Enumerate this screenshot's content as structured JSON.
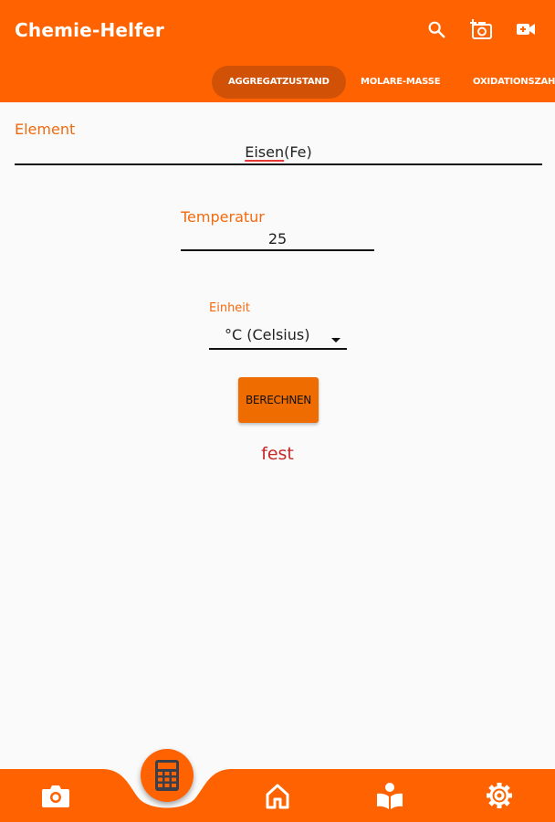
{
  "app": {
    "title": "Chemie-Helfer"
  },
  "toolbar": {
    "search_icon": "search-icon",
    "camera_add_icon": "add-photo-icon",
    "video_icon": "video-camera-icon"
  },
  "tabs": [
    {
      "label": "AGGREGATZUSTAND",
      "active": true
    },
    {
      "label": "MOLARE-MASSE",
      "active": false
    },
    {
      "label": "OXIDATIONSZAHL",
      "active": false
    }
  ],
  "form": {
    "element": {
      "label": "Element",
      "value_main": "Eisen",
      "value_suffix": "(Fe)"
    },
    "temperature": {
      "label": "Temperatur",
      "value": "25"
    },
    "unit": {
      "label": "Einheit",
      "selected": "°C (Celsius)"
    },
    "calculate_label": "BERECHNEN"
  },
  "result": {
    "text": "fest"
  },
  "bottom_nav": {
    "items": [
      "camera-icon",
      "calculator-icon",
      "home-icon",
      "reading-icon",
      "settings-icon"
    ]
  },
  "colors": {
    "primary": "#ff6200",
    "active_tab": "#d15207",
    "label": "#f26a0f",
    "button": "#ef6c00",
    "result": "#c62828",
    "background": "#fafafa"
  }
}
